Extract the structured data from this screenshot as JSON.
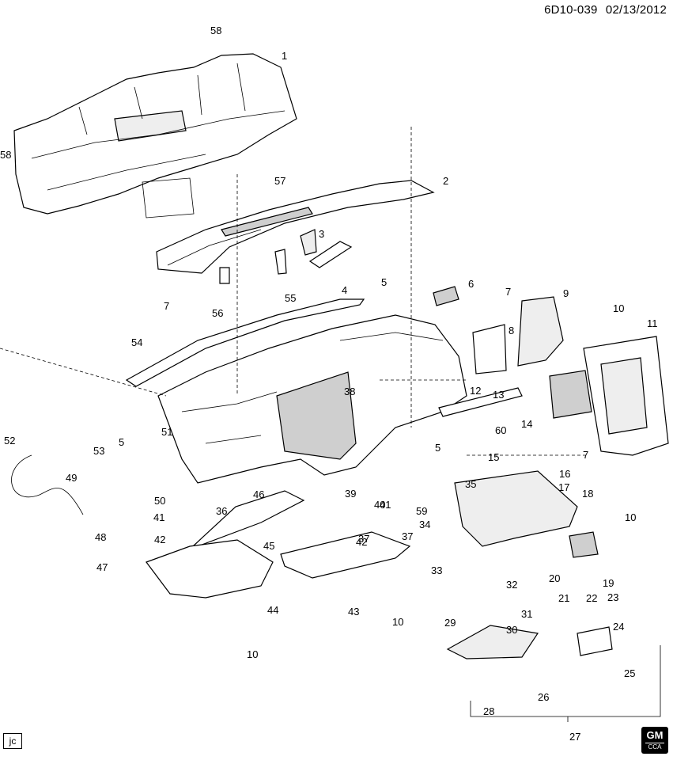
{
  "header": {
    "diagram_id": "6D10-039",
    "date": "02/13/2012"
  },
  "corner_tag": "jc",
  "logo": {
    "brand": "GM",
    "sub": "CCA"
  },
  "callouts": [
    "1",
    "2",
    "3",
    "4",
    "5",
    "5",
    "5",
    "6",
    "7",
    "7",
    "7",
    "8",
    "9",
    "10",
    "10",
    "10",
    "10",
    "11",
    "12",
    "13",
    "14",
    "15",
    "16",
    "17",
    "18",
    "19",
    "20",
    "21",
    "22",
    "23",
    "24",
    "25",
    "26",
    "27",
    "28",
    "29",
    "30",
    "31",
    "32",
    "33",
    "34",
    "35",
    "36",
    "37",
    "37",
    "38",
    "39",
    "40",
    "41",
    "41",
    "42",
    "42",
    "43",
    "44",
    "45",
    "46",
    "47",
    "48",
    "49",
    "50",
    "51",
    "52",
    "53",
    "54",
    "55",
    "56",
    "57",
    "58",
    "58",
    "59",
    "60"
  ]
}
